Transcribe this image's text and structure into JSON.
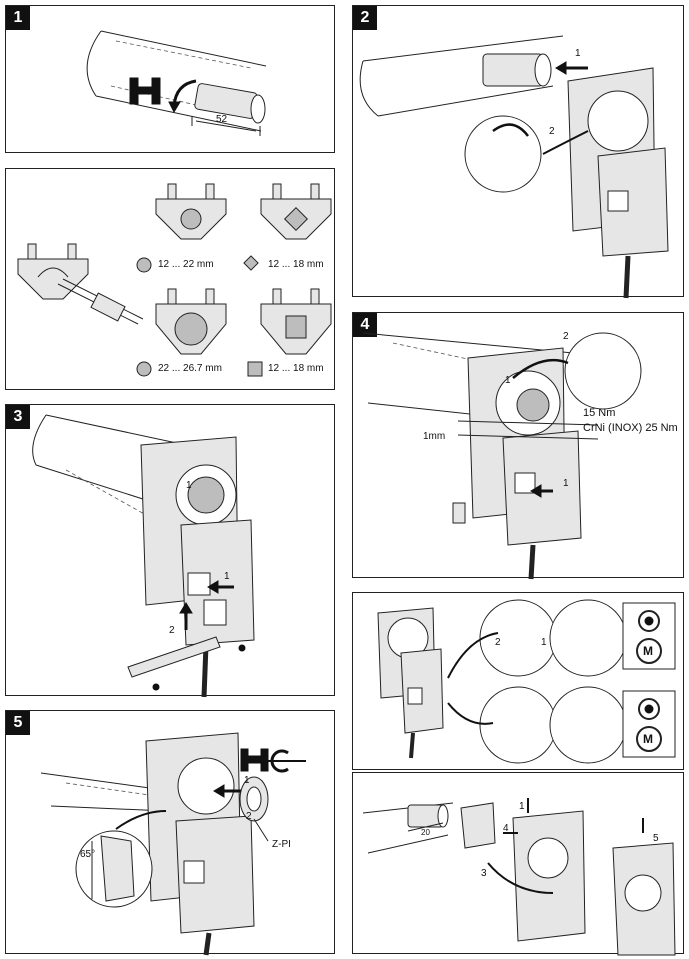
{
  "steps": {
    "s1": "1",
    "s2": "2",
    "s3": "3",
    "s4": "4",
    "s5": "5"
  },
  "callouts": {
    "c1": "1",
    "c2": "2",
    "c3": "3",
    "c4": "4",
    "c5": "5"
  },
  "panel1": {
    "dimension": "52"
  },
  "clamp_panel": {
    "round_small": "12 ... 22 mm",
    "square_small": "12 ... 18 mm",
    "round_large": "22 ... 26.7 mm",
    "square_large": "12 ... 18 mm"
  },
  "panel4": {
    "gap": "1mm",
    "torque_line1": "15 Nm",
    "torque_line2": "CrNi (INOX) 25 Nm"
  },
  "panel5": {
    "angle": "65°",
    "insert_label": "Z-PI"
  },
  "override_panel": {
    "motor_symbol": "M"
  },
  "panel7": {
    "dimension": "20"
  },
  "icons": {
    "clamp": "clamp-icon",
    "gear": "gear-icon",
    "motor": "motor-icon",
    "rotation": "rotation-arrow-icon"
  }
}
